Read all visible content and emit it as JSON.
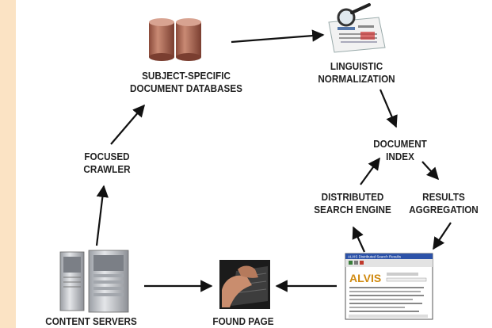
{
  "diagram": {
    "nodes": {
      "databases": [
        "SUBJECT-SPECIFIC",
        "DOCUMENT DATABASES"
      ],
      "normalization": [
        "LINGUISTIC",
        "NORMALIZATION"
      ],
      "index": [
        "DOCUMENT",
        "INDEX"
      ],
      "crawler": [
        "FOCUSED",
        "CRAWLER"
      ],
      "search_engine": [
        "DISTRIBUTED",
        "SEARCH ENGINE"
      ],
      "aggregation": [
        "RESULTS",
        "AGGREGATION"
      ],
      "servers": "CONTENT SERVERS",
      "found_page": "FOUND PAGE"
    },
    "screenshot": {
      "window_title": "ALVIS Distributed Search Results",
      "logo": "ALVIS"
    },
    "colors": {
      "side_strip": "#fbe3c4",
      "cylinder": "#b9735f",
      "arrow": "#111111",
      "logo": "#d08a10"
    }
  }
}
